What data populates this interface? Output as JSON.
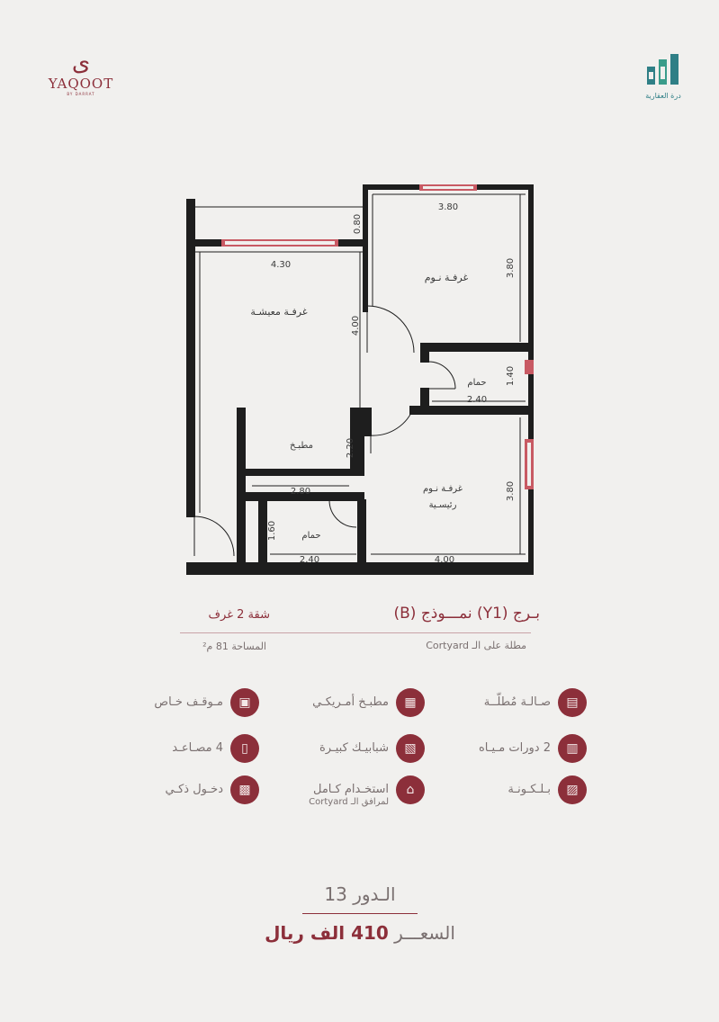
{
  "brand": {
    "yaqoot_mark": "ى",
    "yaqoot_name": "YAQOOT",
    "yaqoot_tagline": "BY DARRAT",
    "darrah_name": "درة العقارية"
  },
  "plan": {
    "rooms": {
      "living": "غرفـة معيشـة",
      "bedroom": "غرفـة نـوم",
      "bath_upper": "حمام",
      "kitchen": "مطبـخ",
      "master_line1": "غرفـة نـوم",
      "master_line2": "رئيسـية",
      "bath_lower": "حمام"
    },
    "dims": {
      "living_width": "4.30",
      "living_depth": "4.00",
      "balcony_depth": "0.80",
      "bedroom_width": "3.80",
      "bedroom_depth": "3.80",
      "bath_upper_depth": "1.40",
      "bath_upper_width": "2.40",
      "kitchen_depth": "2.20",
      "kitchen_width": "2.80",
      "master_depth": "3.80",
      "master_width": "4.00",
      "bath_lower_depth": "1.60",
      "bath_lower_width": "2.40"
    }
  },
  "info": {
    "title": "بـرج (Y1) نمـــوذج (B)",
    "subtitle": "مطلة على الـ Cortyard",
    "rooms": "شقة 2 غرف",
    "area": "المساحة 81 م²"
  },
  "features": [
    {
      "label": "صـالـة مُطلّــة",
      "icon": "living-room-icon",
      "glyph": "▤"
    },
    {
      "label": "مطبـخ أمـريكـي",
      "icon": "kitchen-icon",
      "glyph": "▦"
    },
    {
      "label": "مـوقـف خـاص",
      "icon": "parking-icon",
      "glyph": "▣"
    },
    {
      "label": "2 دورات مـيـاه",
      "icon": "bathroom-icon",
      "glyph": "▥"
    },
    {
      "label": "شبابيـك كبيـرة",
      "icon": "window-icon",
      "glyph": "▧"
    },
    {
      "label": "4 مصـاعـد",
      "icon": "elevator-icon",
      "glyph": "▯"
    },
    {
      "label": "بـلـكـونـة",
      "icon": "balcony-icon",
      "glyph": "▨"
    },
    {
      "label": "استخـدام كـامل",
      "label2": "لمرافق الـ Cortyard",
      "icon": "facilities-icon",
      "glyph": "⌂"
    },
    {
      "label": "دخـول ذكـي",
      "icon": "smart-entry-icon",
      "glyph": "▩"
    }
  ],
  "floor": "الـدور 13",
  "price": {
    "label": "السعـــر",
    "value": "410 الف ريال"
  },
  "colors": {
    "accent": "#8c2f3a",
    "text": "#7a7070",
    "background": "#f1f0ee",
    "window": "#c85a63"
  }
}
